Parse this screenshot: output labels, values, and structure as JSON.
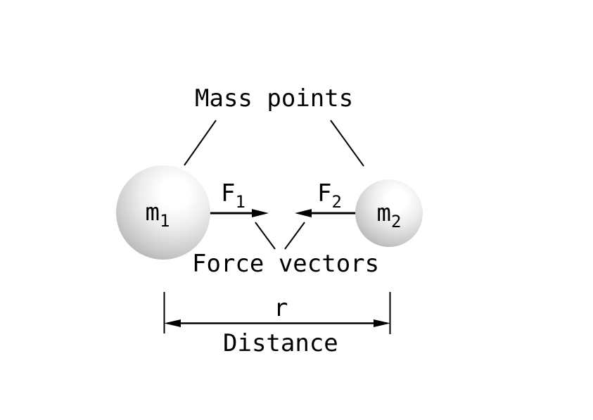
{
  "diagram": {
    "type": "physics-gravitation-diagram",
    "background": "#ffffff"
  },
  "theme": {
    "line-color": "#000000",
    "text-color": "#000000",
    "background": "#ffffff",
    "sphere-highlight": "#ffffff",
    "sphere-mid": "#cccccc",
    "sphere-edge": "#a3a3a3"
  },
  "labels": {
    "mass_points": "Mass points",
    "force_vectors": "Force vectors",
    "distance": "Distance",
    "r": "r",
    "m1": {
      "base": "m",
      "sub": "1"
    },
    "m2": {
      "base": "m",
      "sub": "2"
    },
    "f1": {
      "base": "F",
      "sub": "1"
    },
    "f2": {
      "base": "F",
      "sub": "2"
    }
  }
}
